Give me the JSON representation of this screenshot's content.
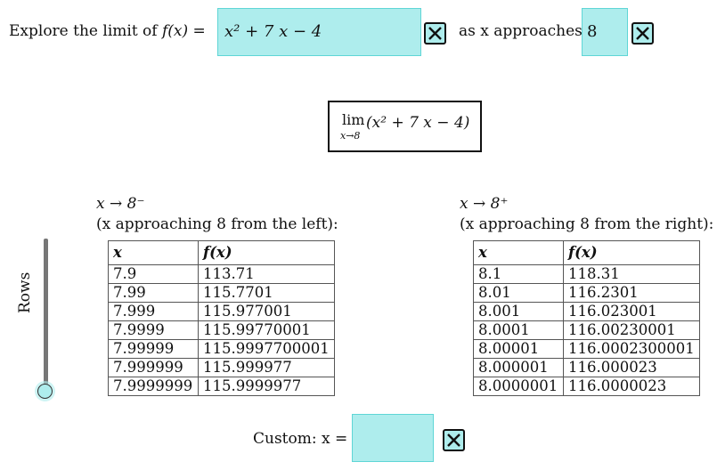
{
  "header": {
    "prefix": "Explore the limit of ",
    "f_of_x": "f(x) =",
    "function_expr": "x² + 7 x − 4",
    "as_x_approaches": "as x approaches",
    "approach_value": "8"
  },
  "limit_display": {
    "lim": "lim",
    "sub": "x→8",
    "expr": "(x² + 7 x − 4)"
  },
  "left_panel": {
    "title": "x → 8⁻",
    "subtitle": "(x approaching 8 from the left):",
    "columns": [
      "x",
      "f(x)"
    ],
    "rows": [
      [
        "7.9",
        "113.71"
      ],
      [
        "7.99",
        "115.7701"
      ],
      [
        "7.999",
        "115.977001"
      ],
      [
        "7.9999",
        "115.99770001"
      ],
      [
        "7.99999",
        "115.9997700001"
      ],
      [
        "7.999999",
        "115.999977"
      ],
      [
        "7.9999999",
        "115.9999977"
      ]
    ]
  },
  "right_panel": {
    "title": "x → 8⁺",
    "subtitle": "(x approaching 8 from the right):",
    "columns": [
      "x",
      "f(x)"
    ],
    "rows": [
      [
        "8.1",
        "118.31"
      ],
      [
        "8.01",
        "116.2301"
      ],
      [
        "8.001",
        "116.023001"
      ],
      [
        "8.0001",
        "116.00230001"
      ],
      [
        "8.00001",
        "116.0002300001"
      ],
      [
        "8.000001",
        "116.000023"
      ],
      [
        "8.0000001",
        "116.0000023"
      ]
    ]
  },
  "slider": {
    "label": "Rows",
    "level": 1.0
  },
  "custom": {
    "label": "Custom: x =",
    "value": ""
  },
  "icons": {
    "clear": "close-icon"
  },
  "colors": {
    "input_bg": "#aeeded",
    "input_border": "#5fd6d6"
  }
}
